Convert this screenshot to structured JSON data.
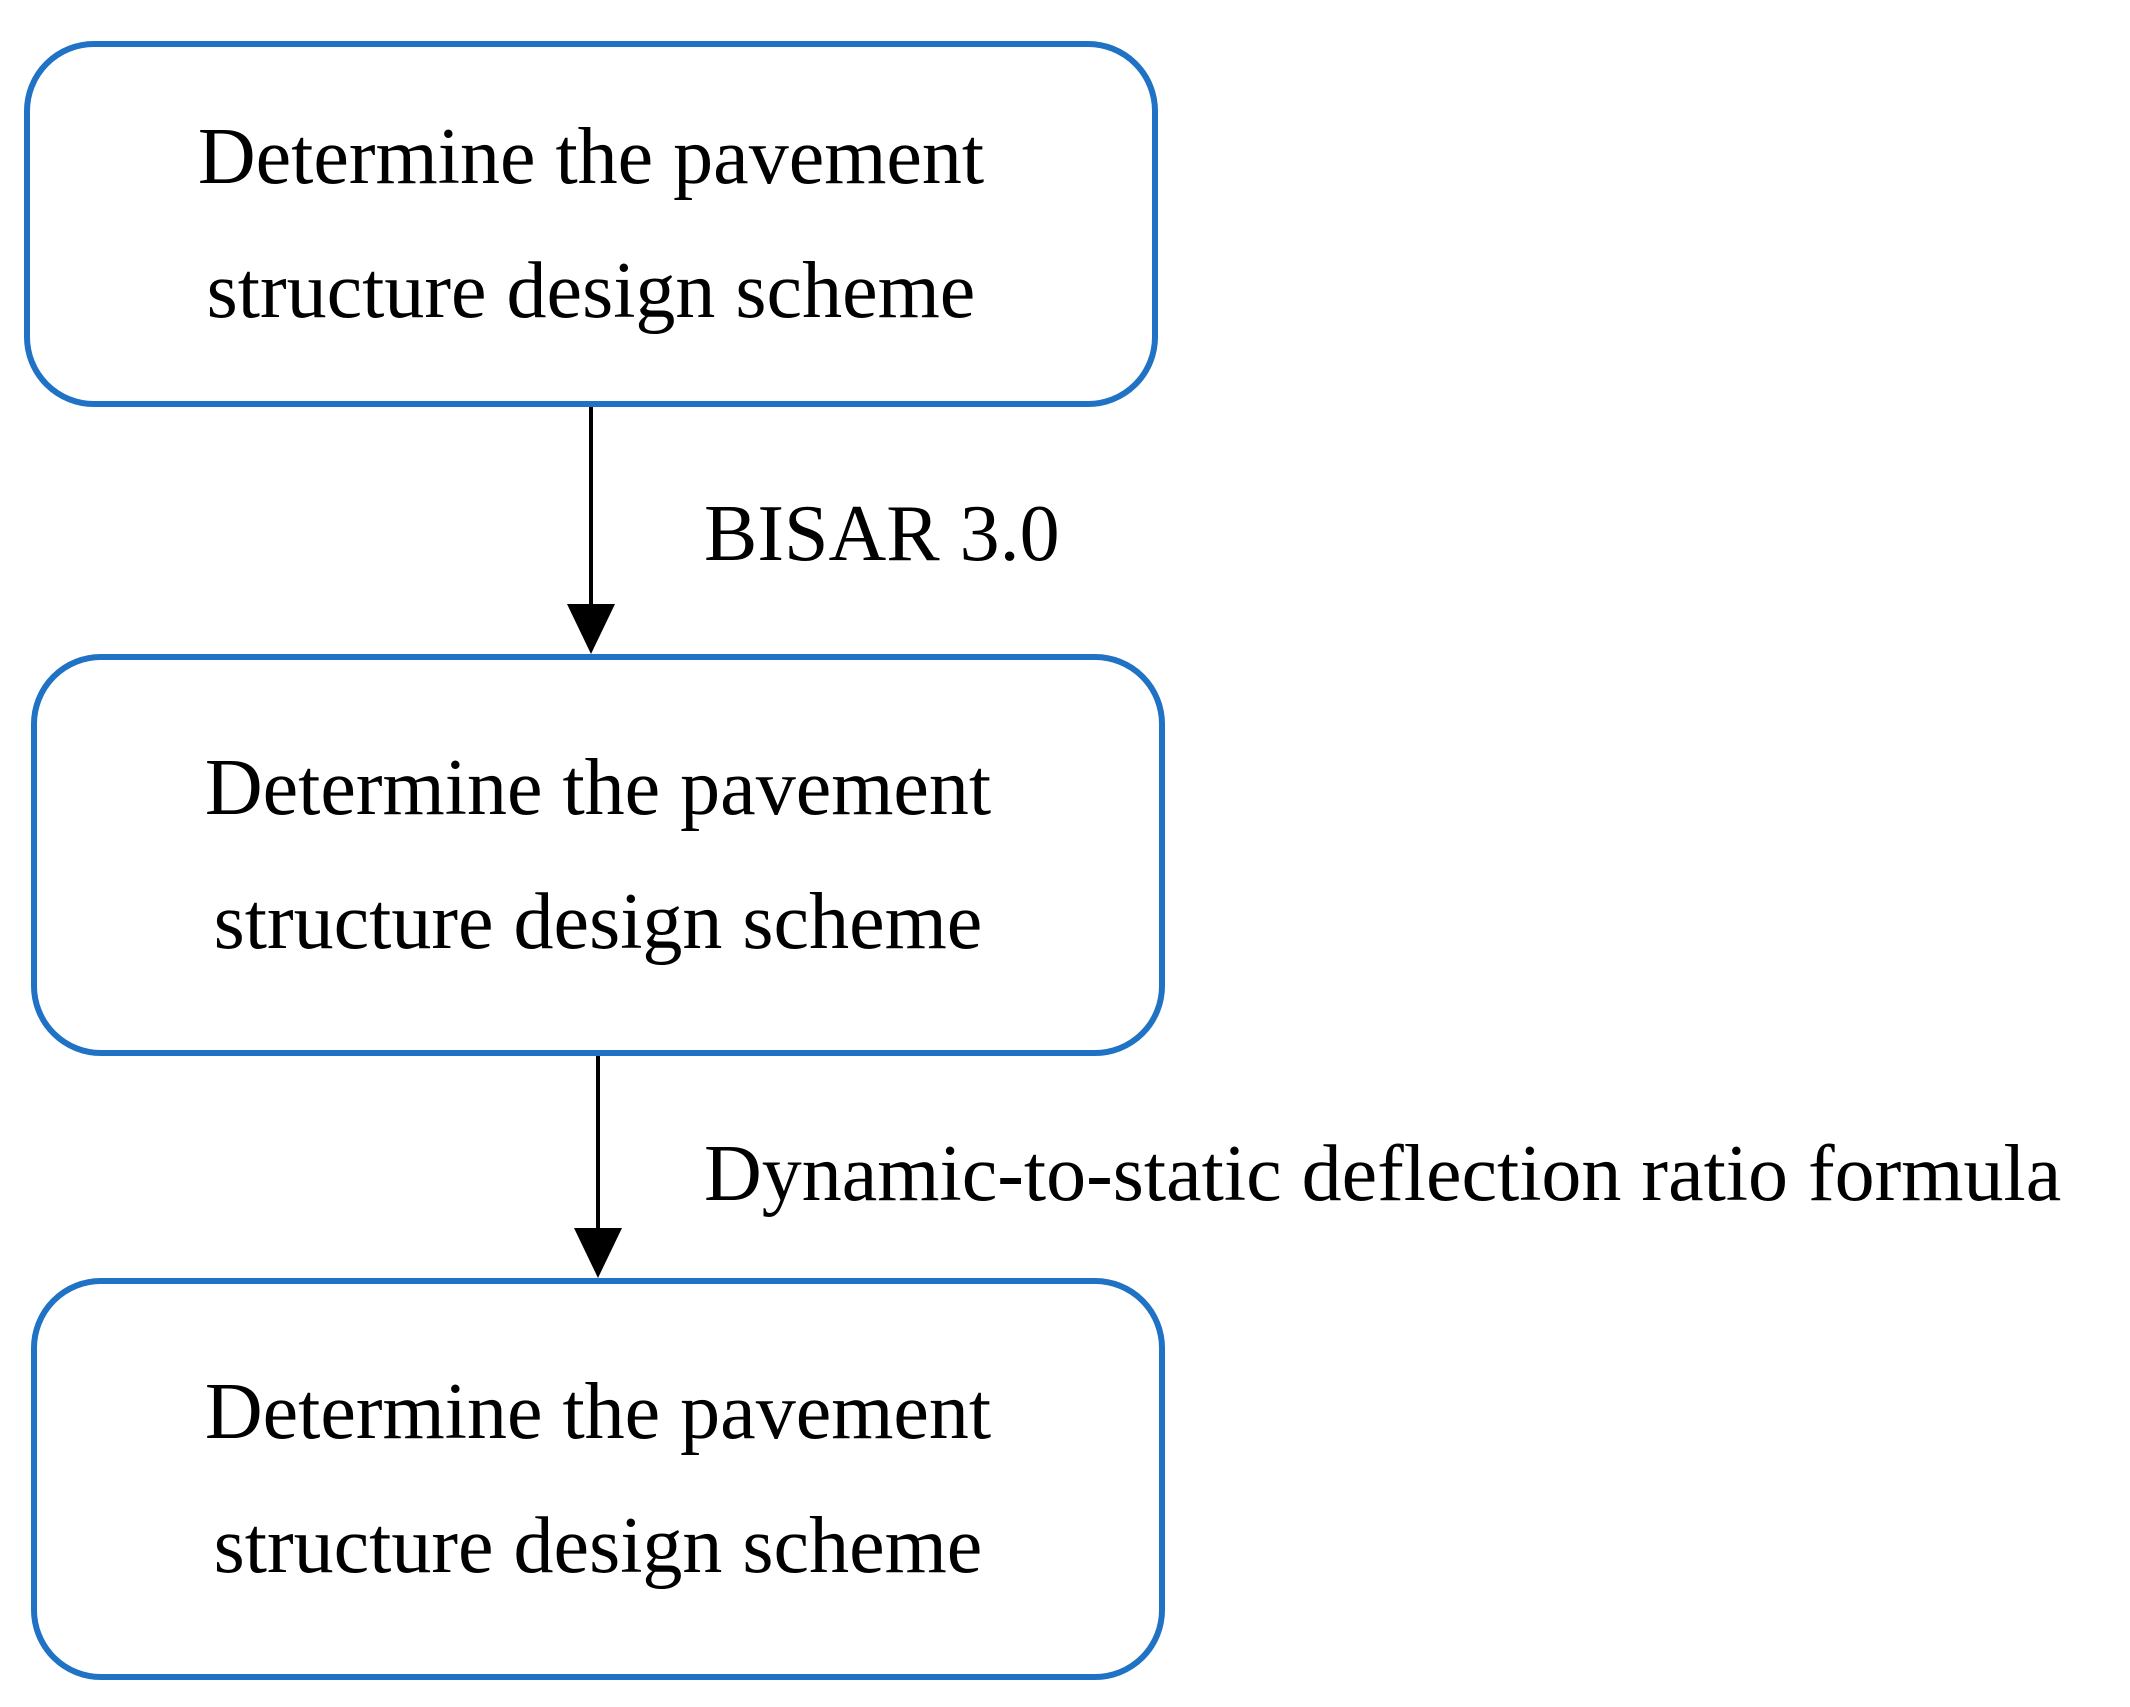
{
  "diagram": {
    "nodes": [
      {
        "lines": [
          "Determine the pavement",
          "structure design scheme"
        ]
      },
      {
        "lines": [
          "Determine the pavement",
          "structure design scheme"
        ]
      },
      {
        "lines": [
          "Determine the pavement",
          "structure design scheme"
        ]
      }
    ],
    "edges": [
      {
        "from": 0,
        "to": 1,
        "label": "BISAR 3.0"
      },
      {
        "from": 1,
        "to": 2,
        "label": "Dynamic-to-static deflection ratio formula"
      }
    ],
    "colors": {
      "node_border": "#1f72c4",
      "arrow": "#000000",
      "text": "#000000",
      "background": "#ffffff"
    }
  }
}
